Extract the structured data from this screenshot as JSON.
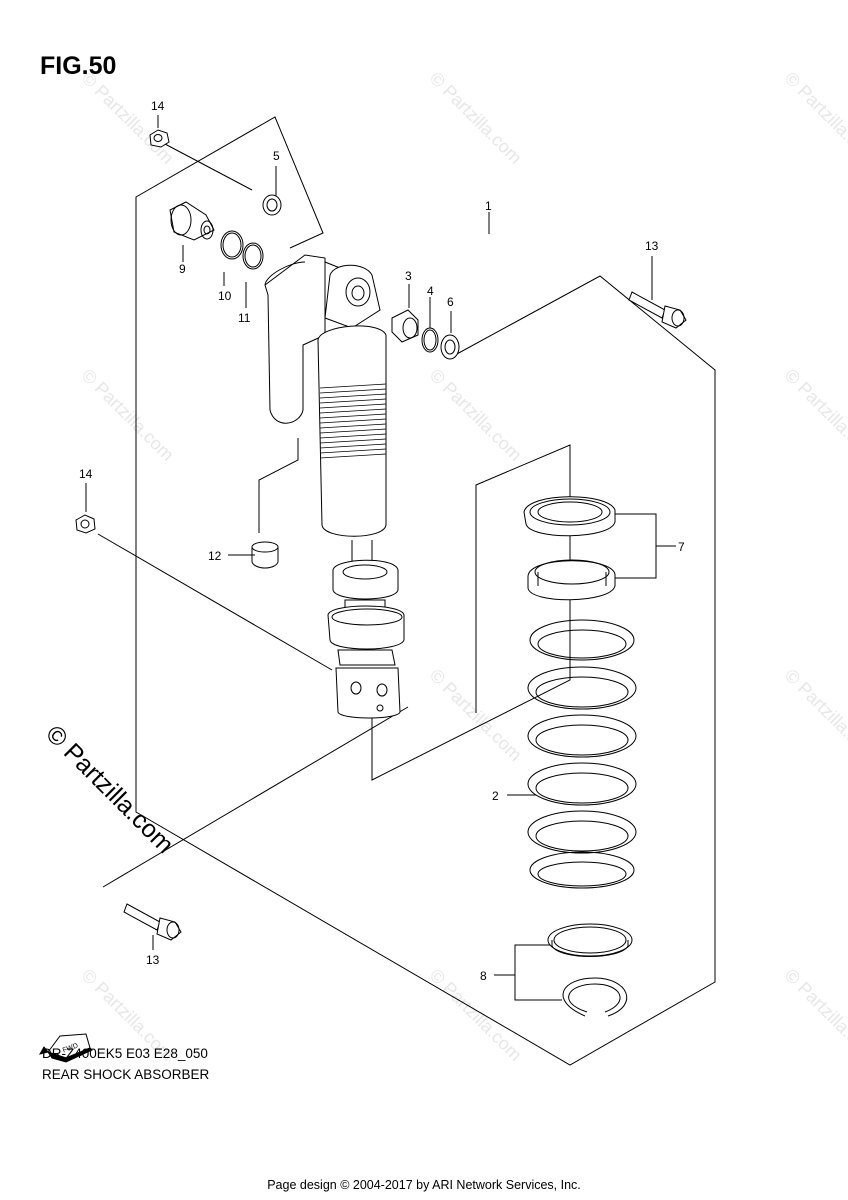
{
  "figure": {
    "title": "FIG.50",
    "model_code": "DR-Z400EK5 E03 E28_050",
    "diagram_title": "REAR SHOCK ABSORBER"
  },
  "footer": "Page design © 2004-2017 by ARI Network Services, Inc.",
  "watermark": {
    "main": "© Partzilla.com",
    "repeat": "© Partzilla.com"
  },
  "fwd_badge": "FWD",
  "callouts": [
    "14",
    "5",
    "1",
    "13",
    "9",
    "10",
    "11",
    "3",
    "4",
    "6",
    "14",
    "12",
    "7",
    "2",
    "13",
    "8"
  ]
}
